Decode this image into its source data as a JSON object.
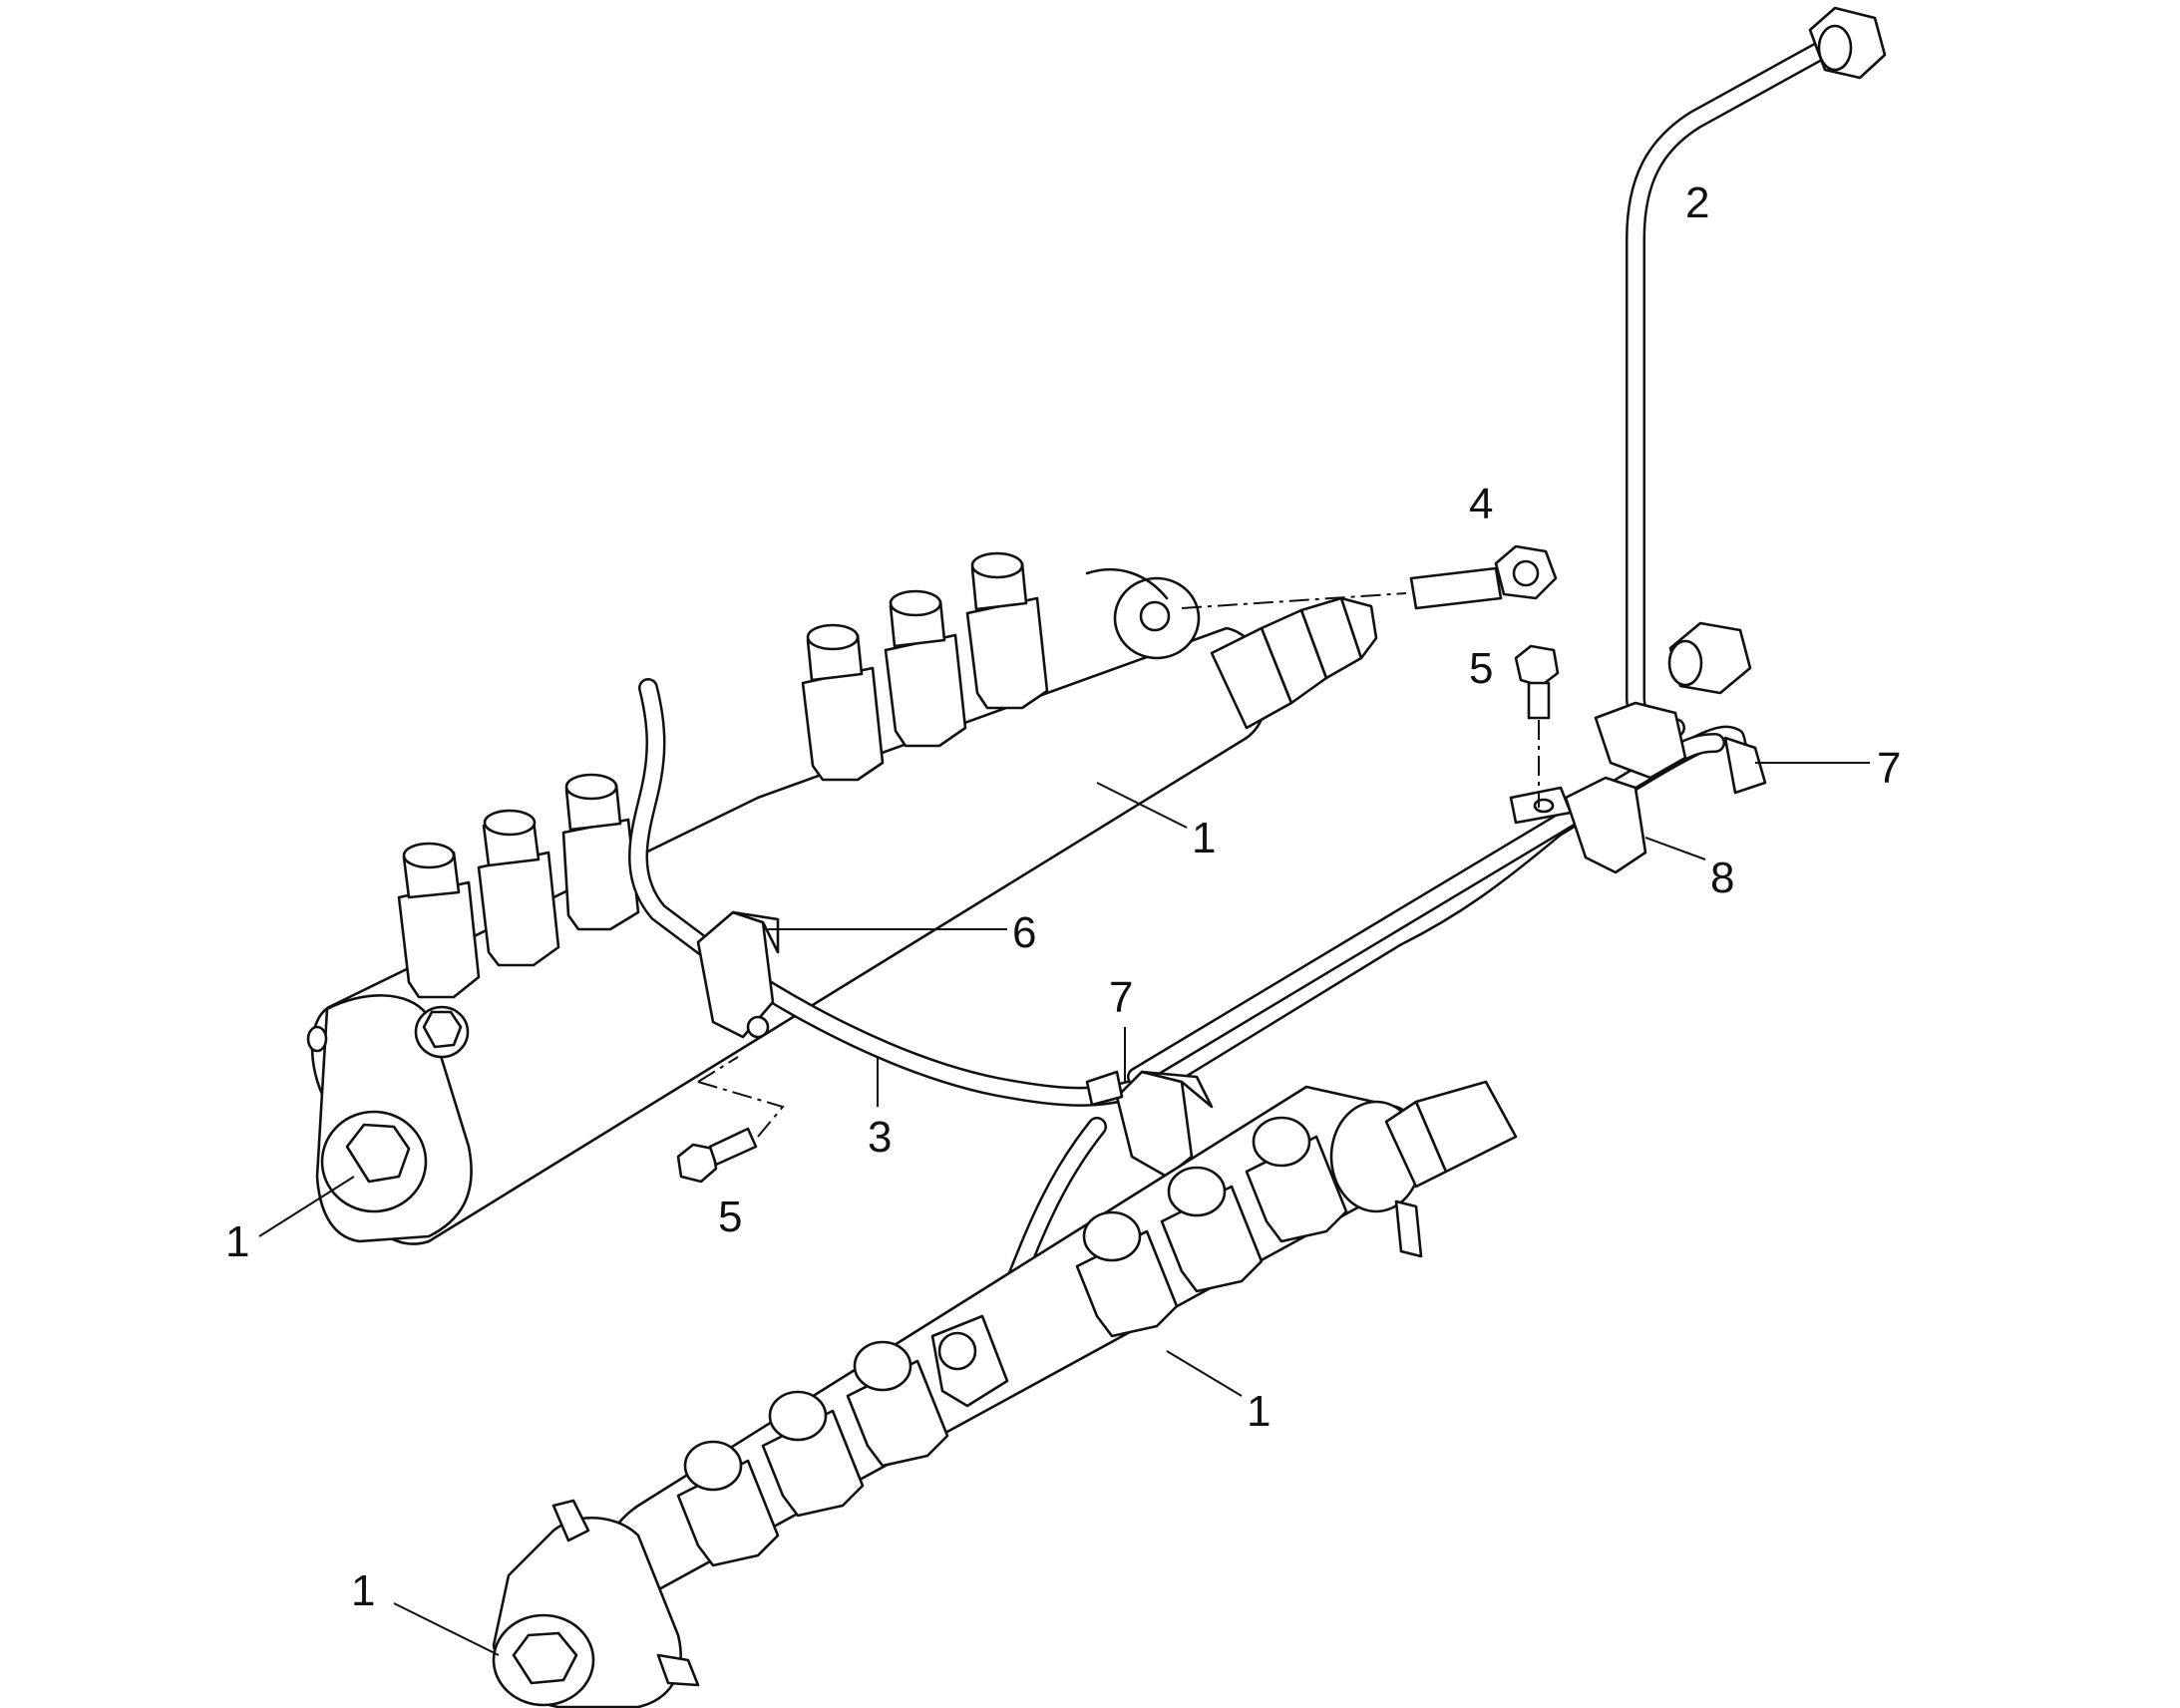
{
  "diagram": {
    "callouts": [
      {
        "id": "rail-upper",
        "label": "1"
      },
      {
        "id": "rail-upper-end",
        "label": "1"
      },
      {
        "id": "rail-lower",
        "label": "1"
      },
      {
        "id": "rail-lower-end",
        "label": "1"
      },
      {
        "id": "supply-pipe",
        "label": "2"
      },
      {
        "id": "cross-pipe",
        "label": "3"
      },
      {
        "id": "pressure-sensor-bolt",
        "label": "4"
      },
      {
        "id": "bolt-left",
        "label": "5"
      },
      {
        "id": "bolt-right",
        "label": "5"
      },
      {
        "id": "clamp-left",
        "label": "6"
      },
      {
        "id": "clamp-middle",
        "label": "7"
      },
      {
        "id": "clamp-right-top",
        "label": "7"
      },
      {
        "id": "bracket-right",
        "label": "8"
      }
    ]
  }
}
